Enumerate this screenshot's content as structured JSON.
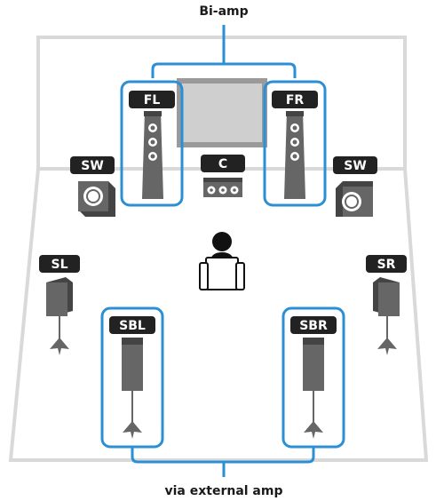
{
  "captions": {
    "top": "Bi-amp",
    "bottom": "via external amp"
  },
  "speakers": {
    "fl": "FL",
    "fr": "FR",
    "c": "C",
    "sw_left": "SW",
    "sw_right": "SW",
    "sl": "SL",
    "sr": "SR",
    "sbl": "SBL",
    "sbr": "SBR"
  },
  "colors": {
    "room_line": "#d9d9d9",
    "accent": "#2b8fd6",
    "label_bg": "#222222",
    "speaker_fill": "#666666",
    "screen_fill": "#cfcfcf"
  }
}
